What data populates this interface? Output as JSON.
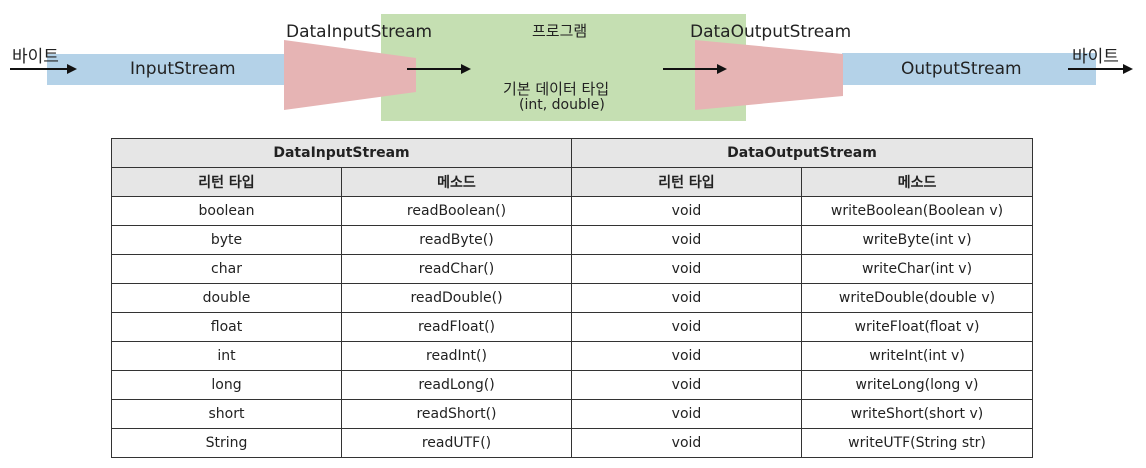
{
  "diagram": {
    "bytes_left": "바이트",
    "input_stream": "InputStream",
    "data_input_stream": "DataInputStream",
    "program_title": "프로그램",
    "program_type_line1": "기본 데이터 타입",
    "program_type_line2": "(int, double)",
    "data_output_stream": "DataOutputStream",
    "output_stream": "OutputStream",
    "bytes_right": "바이트",
    "colors": {
      "stream_band": "#b4d2e8",
      "program_box": "#c5dfb2",
      "filter_stream": "#e6b4b4"
    }
  },
  "table": {
    "group_headers": [
      "DataInputStream",
      "DataOutputStream"
    ],
    "sub_headers": [
      "리턴 타입",
      "메소드",
      "리턴 타입",
      "메소드"
    ],
    "rows": [
      [
        "boolean",
        "readBoolean()",
        "void",
        "writeBoolean(Boolean v)"
      ],
      [
        "byte",
        "readByte()",
        "void",
        "writeByte(int v)"
      ],
      [
        "char",
        "readChar()",
        "void",
        "writeChar(int v)"
      ],
      [
        "double",
        "readDouble()",
        "void",
        "writeDouble(double v)"
      ],
      [
        "float",
        "readFloat()",
        "void",
        "writeFloat(float v)"
      ],
      [
        "int",
        "readInt()",
        "void",
        "writeInt(int v)"
      ],
      [
        "long",
        "readLong()",
        "void",
        "writeLong(long v)"
      ],
      [
        "short",
        "readShort()",
        "void",
        "writeShort(short v)"
      ],
      [
        "String",
        "readUTF()",
        "void",
        "writeUTF(String str)"
      ]
    ]
  }
}
